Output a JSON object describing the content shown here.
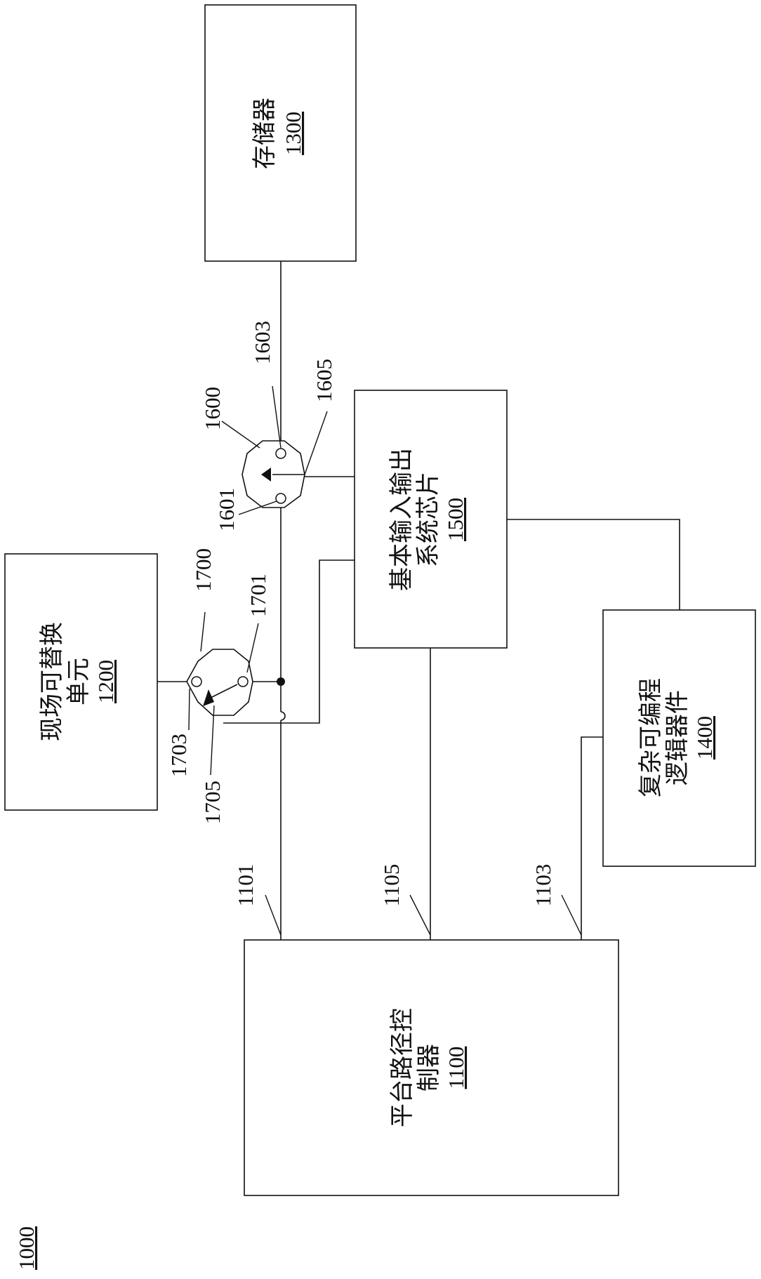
{
  "figure_label": "1000",
  "blocks": {
    "platform_controller": {
      "name_line1": "平台路径控",
      "name_line2": "制器",
      "number": "1100"
    },
    "fru": {
      "name_line1": "现场可替换",
      "name_line2": "单元",
      "number": "1200"
    },
    "memory": {
      "name_line1": "存储器",
      "number": "1300"
    },
    "cpld": {
      "name_line1": "复杂可编程",
      "name_line2": "逻辑器件",
      "number": "1400"
    },
    "bios": {
      "name_line1": "基本输入输出",
      "name_line2": "系统芯片",
      "number": "1500"
    }
  },
  "refs": {
    "r1101": "1101",
    "r1103": "1103",
    "r1105": "1105",
    "r1600": "1600",
    "r1601": "1601",
    "r1603": "1603",
    "r1605": "1605",
    "r1700": "1700",
    "r1701": "1701",
    "r1703": "1703",
    "r1705": "1705"
  }
}
